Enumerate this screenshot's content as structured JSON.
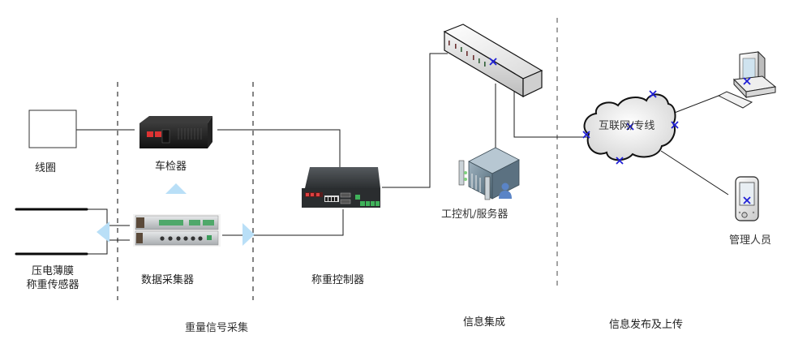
{
  "diagram": {
    "title": "称重系统网络架构示意图",
    "devices": {
      "coil": {
        "label": "线圈"
      },
      "vehicle_detector": {
        "label": "车检器"
      },
      "piezo_sensor": {
        "label_line1": "压电薄膜",
        "label_line2": "称重传感器"
      },
      "data_collector": {
        "label": "数据采集器"
      },
      "weighing_controller": {
        "label": "称重控制器"
      },
      "switch": {
        "label": ""
      },
      "ipc_server": {
        "label": "工控机/服务器"
      },
      "internet": {
        "label": "互联网/专线"
      },
      "workstation": {
        "label": ""
      },
      "manager": {
        "label": "管理人员"
      }
    },
    "sections": [
      {
        "label": "重量信号采集"
      },
      {
        "label": "信息集成"
      },
      {
        "label": "信息发布及上传"
      }
    ],
    "connections": [
      {
        "from": "coil",
        "to": "vehicle_detector"
      },
      {
        "from": "vehicle_detector",
        "to": "weighing_controller"
      },
      {
        "from": "piezo_sensor",
        "to": "data_collector"
      },
      {
        "from": "data_collector",
        "to": "weighing_controller"
      },
      {
        "from": "weighing_controller",
        "to": "switch"
      },
      {
        "from": "switch",
        "to": "ipc_server"
      },
      {
        "from": "switch",
        "to": "internet"
      },
      {
        "from": "internet",
        "to": "workstation"
      },
      {
        "from": "internet",
        "to": "manager"
      }
    ],
    "colors": {
      "line": "#1a1a1a",
      "arrow": "#b9dff7",
      "marker": "#1f1fd6",
      "dashed": "#333333"
    }
  }
}
